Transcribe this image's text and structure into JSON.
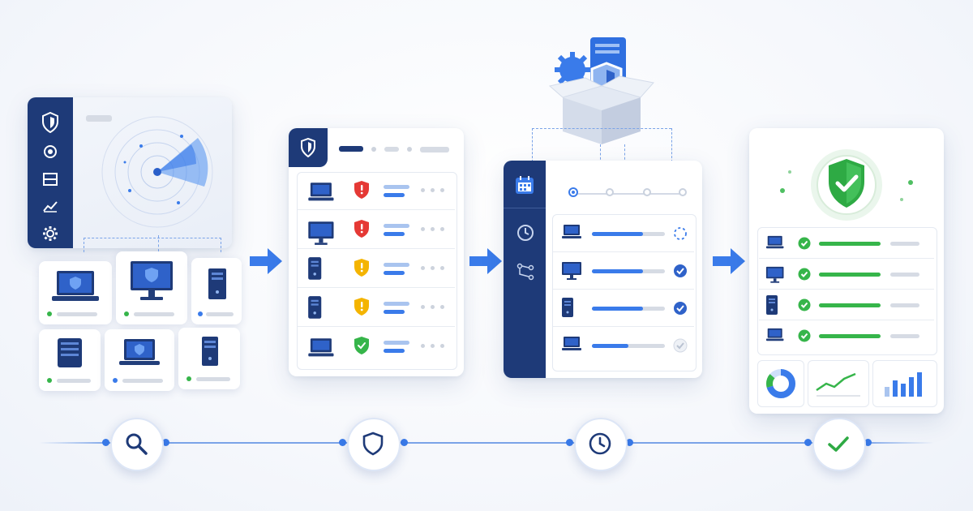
{
  "colors": {
    "navy": "#1e3a78",
    "blue": "#3a7bea",
    "red": "#e53935",
    "yellow": "#f4b400",
    "green": "#36b54a"
  },
  "panels": {
    "discover": {
      "sidebar_icons": [
        "shield-icon",
        "circle-icon",
        "list-icon",
        "chart-icon",
        "gear-icon"
      ],
      "devices": [
        "laptop",
        "monitor",
        "server",
        "server",
        "laptop",
        "server"
      ]
    },
    "assess": {
      "rows": [
        {
          "device": "laptop",
          "status": "critical"
        },
        {
          "device": "monitor",
          "status": "critical"
        },
        {
          "device": "server",
          "status": "warning"
        },
        {
          "device": "server",
          "status": "warning"
        },
        {
          "device": "laptop",
          "status": "ok"
        }
      ]
    },
    "deploy": {
      "sidebar_icons": [
        "calendar-icon",
        "clock-icon",
        "workflow-icon"
      ],
      "rows": [
        {
          "device": "laptop",
          "progress": 0.7,
          "state": "pending"
        },
        {
          "device": "monitor",
          "progress": 0.7,
          "state": "done"
        },
        {
          "device": "server",
          "progress": 0.7,
          "state": "done"
        },
        {
          "device": "laptop",
          "progress": 0.5,
          "state": "queued"
        }
      ]
    },
    "verify": {
      "rows": [
        {
          "device": "laptop",
          "state": "ok"
        },
        {
          "device": "monitor",
          "state": "ok"
        },
        {
          "device": "server",
          "state": "ok"
        },
        {
          "device": "laptop",
          "state": "ok"
        }
      ],
      "widgets": [
        "donut-chart",
        "line-chart",
        "bar-chart"
      ]
    }
  },
  "timeline": [
    "search-icon",
    "shield-icon",
    "clock-icon",
    "check-icon"
  ]
}
